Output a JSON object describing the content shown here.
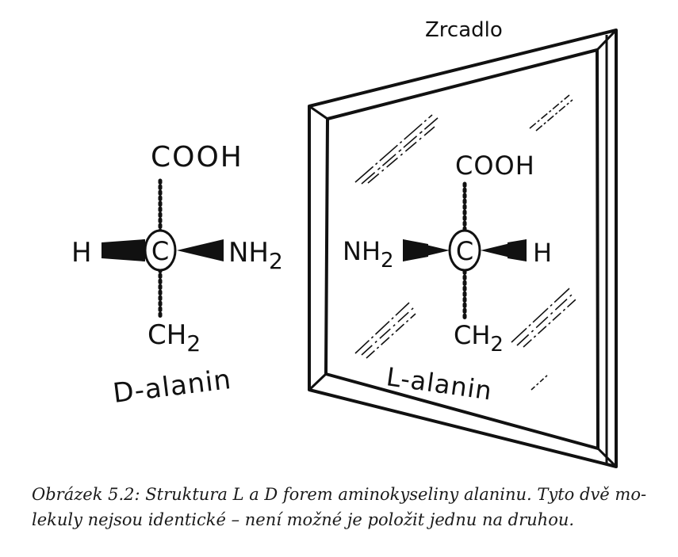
{
  "mirror": {
    "label": "Zrcadlo"
  },
  "d_alanin": {
    "top_group": "COOH",
    "center_atom": "C",
    "left_group": "H",
    "right_group_main": "NH",
    "right_group_sub": "2",
    "bottom_group_main": "CH",
    "bottom_group_sub": "2",
    "name": "D-alanin"
  },
  "l_alanin": {
    "top_group": "COOH",
    "center_atom": "C",
    "left_group_main": "NH",
    "left_group_sub": "2",
    "right_group": "H",
    "bottom_group_main": "CH",
    "bottom_group_sub": "2",
    "name": "L-alanin"
  },
  "caption": {
    "line1": "Obrázek 5.2: Struktura L a D forem aminokyseliny alaninu. Tyto dvě mo-",
    "line2": "lekuly nejsou identické – není možné je položit jednu na druhou."
  },
  "colors": {
    "ink": "#111111",
    "background": "#ffffff"
  }
}
